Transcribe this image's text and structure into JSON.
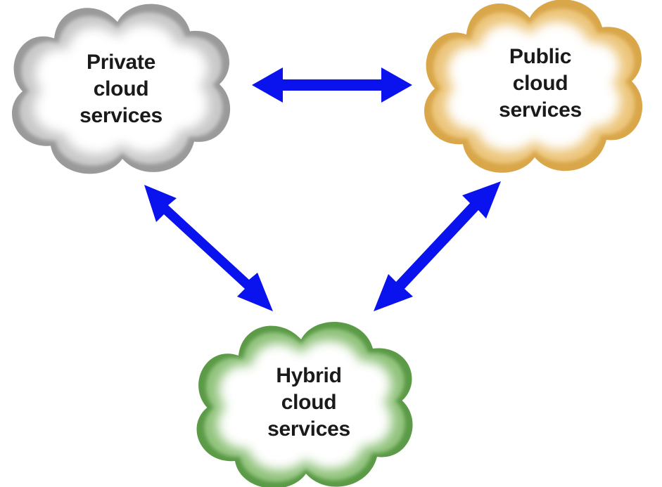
{
  "diagram": {
    "nodes": [
      {
        "id": "private",
        "lines": [
          "Private",
          "cloud",
          "services"
        ],
        "color": "#9a9a9a",
        "inner_color": "#ffffff",
        "glow_color": "#c8c8c8"
      },
      {
        "id": "public",
        "lines": [
          "Public",
          "cloud",
          "services"
        ],
        "color": "#d9a74a",
        "inner_color": "#ffffff",
        "glow_color": "#ecc57a"
      },
      {
        "id": "hybrid",
        "lines": [
          "Hybrid",
          "cloud",
          "services"
        ],
        "color": "#5b9a47",
        "inner_color": "#ffffff",
        "glow_color": "#8fc27a"
      }
    ],
    "edges": [
      {
        "from": "private",
        "to": "public",
        "bidirectional": true
      },
      {
        "from": "private",
        "to": "hybrid",
        "bidirectional": true
      },
      {
        "from": "public",
        "to": "hybrid",
        "bidirectional": true
      }
    ],
    "arrow_color": "#0a12ee"
  }
}
